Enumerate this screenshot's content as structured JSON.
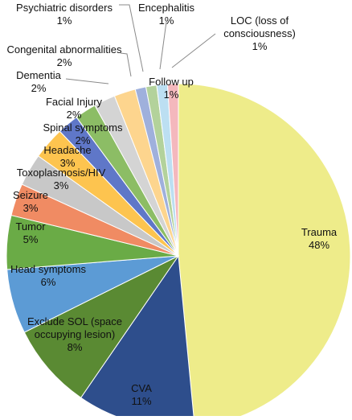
{
  "chart_data": {
    "type": "pie",
    "title": "",
    "start": "12 o'clock, clockwise",
    "slices": [
      {
        "label": "Trauma",
        "percent_label": "48%",
        "value": 48,
        "color": "#eeec8a"
      },
      {
        "label": "CVA",
        "percent_label": "11%",
        "value": 11,
        "color": "#2e4e8c"
      },
      {
        "label": "Exclude SOL (space occupying lesion)",
        "percent_label": "8%",
        "value": 8,
        "color": "#5a8a33"
      },
      {
        "label": "Head symptoms",
        "percent_label": "6%",
        "value": 6,
        "color": "#5c9bd5"
      },
      {
        "label": "Tumor",
        "percent_label": "5%",
        "value": 5,
        "color": "#6aab46"
      },
      {
        "label": "Seizure",
        "percent_label": "3%",
        "value": 3,
        "color": "#f08b63"
      },
      {
        "label": "Toxoplasmosis/HIV",
        "percent_label": "3%",
        "value": 3,
        "color": "#c8c8c8"
      },
      {
        "label": "Headache",
        "percent_label": "3%",
        "value": 3,
        "color": "#fdc44f"
      },
      {
        "label": "Spinal symptoms",
        "percent_label": "2%",
        "value": 2,
        "color": "#5f77c8"
      },
      {
        "label": "Facial Injury",
        "percent_label": "2%",
        "value": 2,
        "color": "#8cbd65"
      },
      {
        "label": "Dementia",
        "percent_label": "2%",
        "value": 2,
        "color": "#d4d4d4"
      },
      {
        "label": "Congenital abnormalities",
        "percent_label": "2%",
        "value": 2,
        "color": "#fdd58e"
      },
      {
        "label": "Psychiatric disorders",
        "percent_label": "1%",
        "value": 1,
        "color": "#9fb0dc"
      },
      {
        "label": "Encephalitis",
        "percent_label": "1%",
        "value": 1,
        "color": "#b3d29b"
      },
      {
        "label": "LOC (loss of consciousness)",
        "percent_label": "1%",
        "value": 1,
        "color": "#bcdff2"
      },
      {
        "label": "Follow up",
        "percent_label": "1%",
        "value": 1,
        "color": "#f4b8bd"
      }
    ]
  }
}
